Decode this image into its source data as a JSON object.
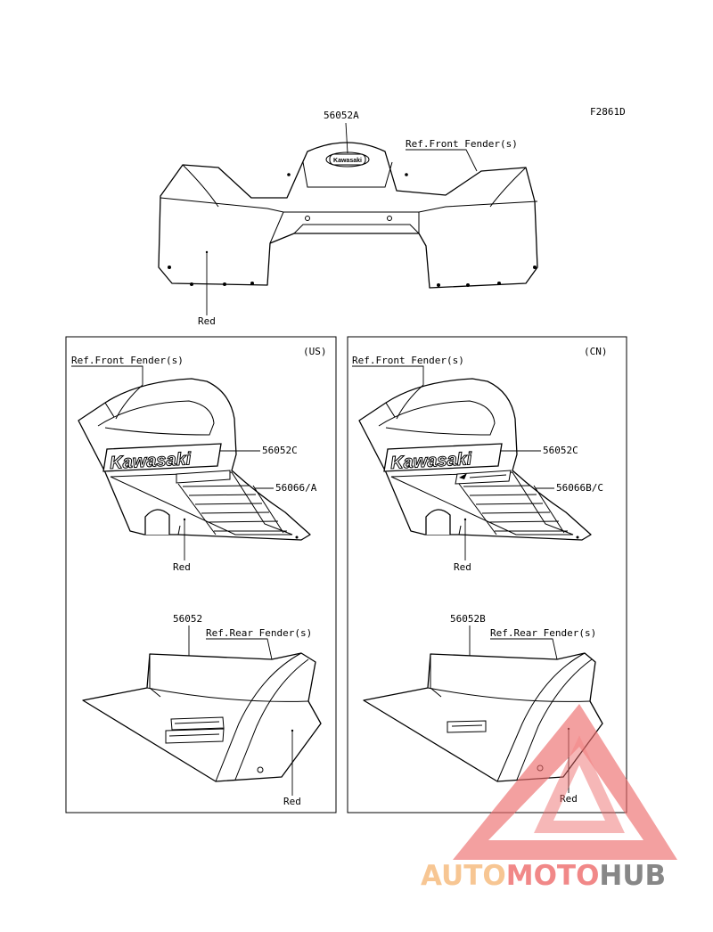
{
  "figure_code": "F2861D",
  "top": {
    "part_label": "56052A",
    "ref_label": "Ref.Front Fender(s)",
    "color_label": "Red",
    "emblem_text": "Kawasaki"
  },
  "us": {
    "region": "(US)",
    "ref_front": "Ref.Front Fender(s)",
    "part_logo": "56052C",
    "part_decal": "56066/A",
    "color_front": "Red",
    "logo_text": "Kawasaki",
    "part_rear": "56052",
    "ref_rear": "Ref.Rear Fender(s)",
    "color_rear": "Red"
  },
  "cn": {
    "region": "(CN)",
    "ref_front": "Ref.Front Fender(s)",
    "part_logo": "56052C",
    "part_decal": "56066B/C",
    "color_front": "Red",
    "logo_text": "Kawasaki",
    "part_rear": "56052B",
    "ref_rear": "Ref.Rear Fender(s)",
    "color_rear": "Red"
  },
  "watermark": {
    "part1": "AUTO",
    "part2": "MOTO",
    "part3": "HUB",
    "color1": "#f6b879",
    "color2": "#ee6b6b",
    "color3": "#6a6a6a"
  }
}
